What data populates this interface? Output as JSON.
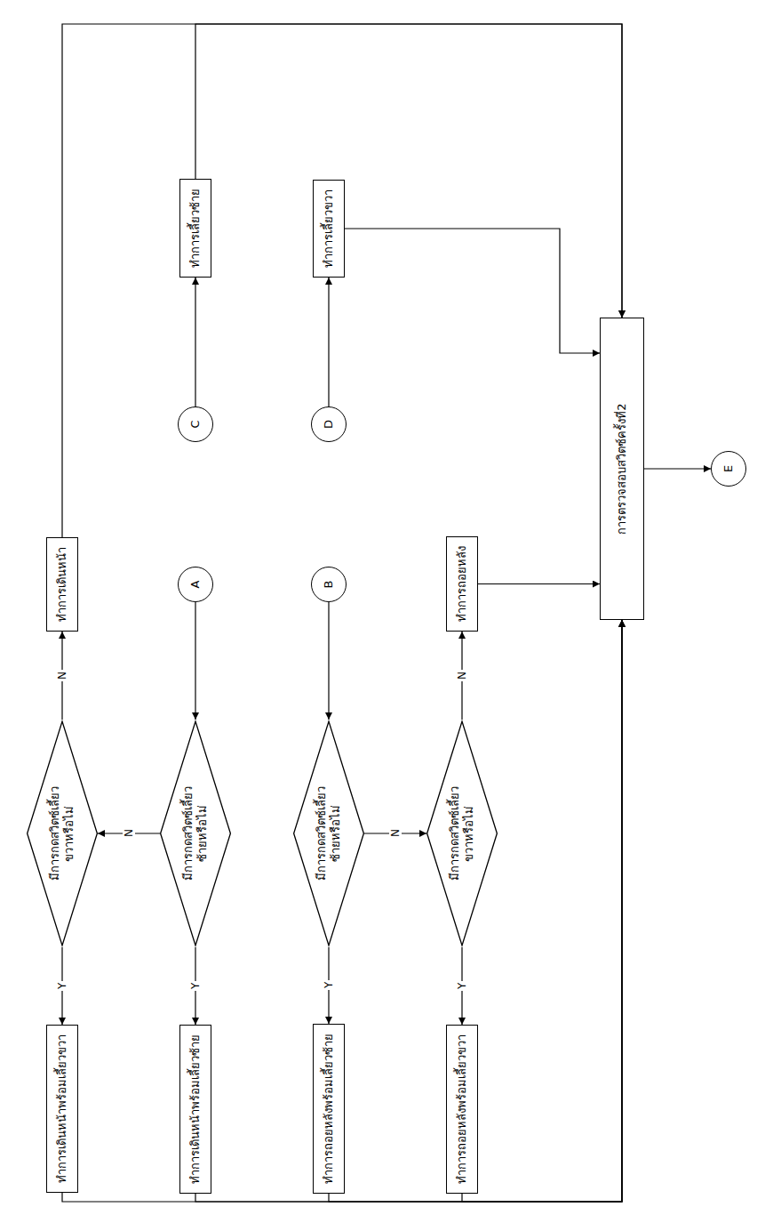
{
  "diagram": {
    "nodes": [
      {
        "text": [
          "มีการกดสวิตซ์เลี้ยวขวาหรือไม่"
        ]
      },
      {
        "text": [
          "ทำการเดินหน้าพร้อมเลี้ยวขวา"
        ]
      },
      {
        "text": [
          "ทำการเดินหน้า"
        ]
      },
      {
        "text": [
          "A"
        ]
      },
      {
        "text": [
          "มีการกดสวิตซ์เลี้ยวซ้ายหรือไม่"
        ]
      },
      {
        "text": [
          "ทำการเดินหน้าพร้อมเลี้ยวซ้าย"
        ]
      },
      {
        "text": [
          "C"
        ]
      },
      {
        "text": [
          "ทำการเลี้ยวซ้าย"
        ]
      },
      {
        "text": [
          "B"
        ]
      },
      {
        "text": [
          "มีการกดสวิตซ์เลี้ยวซ้ายหรือไม่"
        ]
      },
      {
        "text": [
          "ทำการถอยหลังพร้อมเลี้ยวซ้าย"
        ]
      },
      {
        "text": [
          "D"
        ]
      },
      {
        "text": [
          "ทำการเลี้ยวขวา"
        ]
      },
      {
        "text": [
          "มีการกดสวิตซ์เลี้ยวขวาหรือไม่"
        ]
      },
      {
        "text": [
          "ทำการถอยหลัง"
        ]
      },
      {
        "text": [
          "ทำการถอยหลังพร้อมเลี้ยวขวา"
        ]
      },
      {
        "text": [
          "การตรวจสอบสวิตซ์ครั้งที่2"
        ]
      },
      {
        "text": [
          "E"
        ]
      }
    ],
    "edges": [
      {
        "from": 0,
        "to": 1,
        "label": "Y",
        "arrow": "to"
      },
      {
        "from": 0,
        "to": 2,
        "label": "N",
        "arrow": "to"
      },
      {
        "from": 3,
        "to": 4,
        "arrow": "to"
      },
      {
        "from": 4,
        "to": 5,
        "label": "Y",
        "arrow": "to"
      },
      {
        "from": 4,
        "to": 0,
        "label": "N",
        "arrow": "to"
      },
      {
        "from": 6,
        "to": 7,
        "arrow": "to"
      },
      {
        "from": 8,
        "to": 9,
        "arrow": "to"
      },
      {
        "from": 9,
        "to": 10,
        "label": "Y",
        "arrow": "to"
      },
      {
        "from": 9,
        "to": 13,
        "label": "N",
        "arrow": "to"
      },
      {
        "from": 11,
        "to": 12,
        "arrow": "to"
      },
      {
        "from": 13,
        "to": 15,
        "label": "Y",
        "arrow": "to"
      },
      {
        "from": 13,
        "to": 14,
        "label": "N",
        "arrow": "to"
      },
      {
        "from": 2,
        "to": 16,
        "arrow": "to"
      },
      {
        "from": 7,
        "to": 16,
        "arrow": "to"
      },
      {
        "from": 12,
        "to": 16,
        "arrow": "to"
      },
      {
        "from": 14,
        "to": 16,
        "arrow": "to"
      },
      {
        "from": 1,
        "to": 16,
        "arrow": "to"
      },
      {
        "from": 5,
        "to": 16,
        "arrow": "to"
      },
      {
        "from": 10,
        "to": 16,
        "arrow": "to"
      },
      {
        "from": 15,
        "to": 16,
        "arrow": "to"
      },
      {
        "from": 16,
        "to": 17,
        "arrow": "to"
      }
    ]
  }
}
